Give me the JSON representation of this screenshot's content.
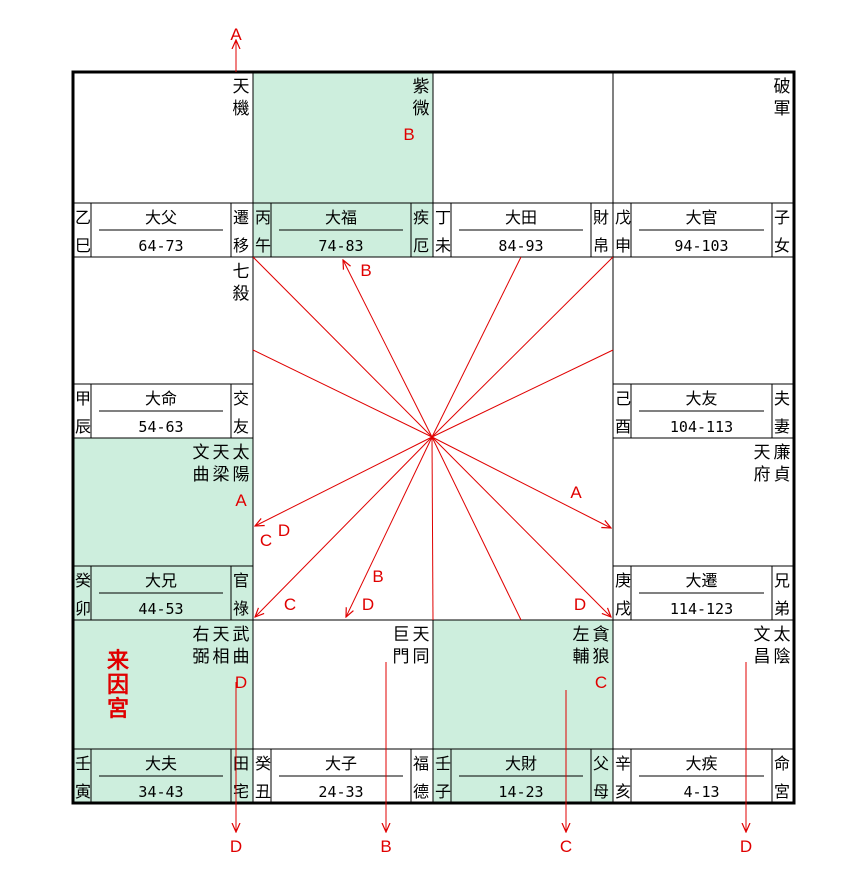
{
  "colors": {
    "highlight": "#cdeedd",
    "line": "#000000",
    "accent": "#e00000"
  },
  "laiyin_label": "来因宮",
  "palaces": [
    {
      "id": "si",
      "stem": "乙",
      "branch": "巳",
      "dalabel": "大父",
      "range": "64-73",
      "pname1": "遷",
      "pname2": "移",
      "stars": [
        "天機"
      ],
      "highlight": false,
      "red": ""
    },
    {
      "id": "wu",
      "stem": "丙",
      "branch": "午",
      "dalabel": "大福",
      "range": "74-83",
      "pname1": "疾",
      "pname2": "厄",
      "stars": [
        "紫微"
      ],
      "highlight": true,
      "red": "B"
    },
    {
      "id": "wei",
      "stem": "丁",
      "branch": "未",
      "dalabel": "大田",
      "range": "84-93",
      "pname1": "財",
      "pname2": "帛",
      "stars": [],
      "highlight": false,
      "red": ""
    },
    {
      "id": "shen",
      "stem": "戊",
      "branch": "申",
      "dalabel": "大官",
      "range": "94-103",
      "pname1": "子",
      "pname2": "女",
      "stars": [
        "破軍"
      ],
      "highlight": false,
      "red": ""
    },
    {
      "id": "chen",
      "stem": "甲",
      "branch": "辰",
      "dalabel": "大命",
      "range": "54-63",
      "pname1": "交",
      "pname2": "友",
      "stars": [
        "七殺"
      ],
      "highlight": false,
      "red": ""
    },
    {
      "id": "you",
      "stem": "己",
      "branch": "酉",
      "dalabel": "大友",
      "range": "104-113",
      "pname1": "夫",
      "pname2": "妻",
      "stars": [],
      "highlight": false,
      "red": ""
    },
    {
      "id": "mao",
      "stem": "癸",
      "branch": "卯",
      "dalabel": "大兄",
      "range": "44-53",
      "pname1": "官",
      "pname2": "祿",
      "stars": [
        "文曲",
        "天梁",
        "太陽"
      ],
      "highlight": true,
      "red": "A"
    },
    {
      "id": "xu",
      "stem": "庚",
      "branch": "戌",
      "dalabel": "大遷",
      "range": "114-123",
      "pname1": "兄",
      "pname2": "弟",
      "stars": [
        "天府",
        "廉貞"
      ],
      "highlight": false,
      "red": ""
    },
    {
      "id": "yin",
      "stem": "壬",
      "branch": "寅",
      "dalabel": "大夫",
      "range": "34-43",
      "pname1": "田",
      "pname2": "宅",
      "stars": [
        "右弼",
        "天相",
        "武曲"
      ],
      "highlight": true,
      "red": "D"
    },
    {
      "id": "chou",
      "stem": "癸",
      "branch": "丑",
      "dalabel": "大子",
      "range": "24-33",
      "pname1": "福",
      "pname2": "德",
      "stars": [
        "巨門",
        "天同"
      ],
      "highlight": false,
      "red": ""
    },
    {
      "id": "zi",
      "stem": "壬",
      "branch": "子",
      "dalabel": "大財",
      "range": "14-23",
      "pname1": "父",
      "pname2": "母",
      "stars": [
        "左輔",
        "貪狼"
      ],
      "highlight": true,
      "red": "C"
    },
    {
      "id": "hai",
      "stem": "辛",
      "branch": "亥",
      "dalabel": "大疾",
      "range": "4-13",
      "pname1": "命",
      "pname2": "宮",
      "stars": [
        "文昌",
        "太陰"
      ],
      "highlight": false,
      "red": ""
    }
  ],
  "arrow_labels": {
    "top": "A",
    "bottom_yin": "D",
    "bottom_chou": "B",
    "bottom_zi": "C",
    "bottom_hai": "D",
    "wu_arrow": "B",
    "mao_arrow1_a": "C",
    "mao_arrow1_b": "D",
    "mao_arrow2": "C",
    "chou_arrow_a": "B",
    "chou_arrow_b": "D",
    "xu_arrow1": "A",
    "xu_arrow2": "D"
  }
}
